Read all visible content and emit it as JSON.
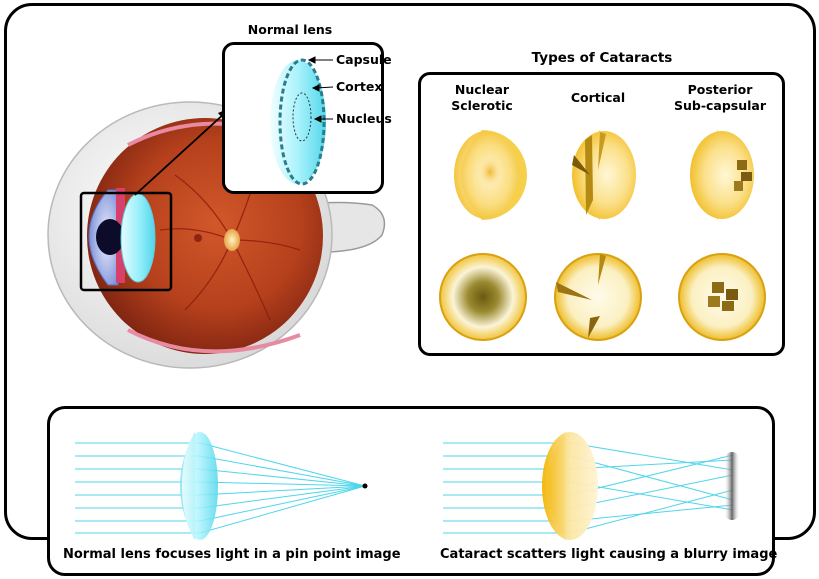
{
  "normal_lens": {
    "title": "Normal lens",
    "labels": [
      "Capsule",
      "Cortex",
      "Nucleus"
    ]
  },
  "cataract_types": {
    "title": "Types of Cataracts",
    "columns": [
      {
        "line1": "Nuclear",
        "line2": "Sclerotic"
      },
      {
        "line1": "Cortical",
        "line2": ""
      },
      {
        "line1": "Posterior",
        "line2": "Sub-capsular"
      }
    ]
  },
  "captions": {
    "normal": "Normal lens focuses light in a pin point image",
    "cataract": "Cataract scatters light causing a blurry image"
  },
  "colors": {
    "retina": "#b5401c",
    "lens_cyan": "#9ef0fb",
    "cataract_yellow": "#f5c71a",
    "light_ray": "#4fd6ea",
    "outline": "#000000"
  }
}
